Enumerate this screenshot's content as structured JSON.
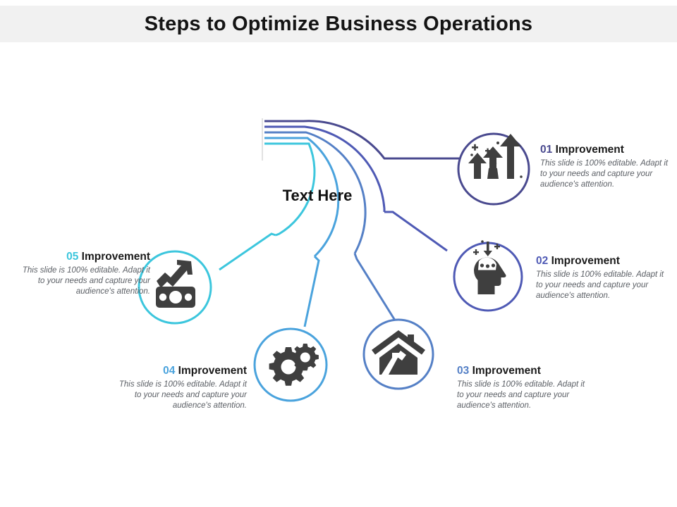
{
  "slide": {
    "title": "Steps to Optimize Business Operations",
    "center_label": "Text Here",
    "background": "#ffffff",
    "title_band_color": "#f1f1f1"
  },
  "palette": {
    "step1": "#4a4a8f",
    "step2": "#4f5ab5",
    "step3": "#5580c6",
    "step4": "#4aa3dd",
    "step5": "#3cc6dd",
    "icon": "#3f3f3f",
    "body_text": "#5c6066",
    "heading_text": "#1a1a1a"
  },
  "steps": [
    {
      "number": "01",
      "title": "Improvement",
      "body": "This slide is 100% editable. Adapt it to your needs and capture your audience's attention.",
      "icon": "growth-arrows-people-icon",
      "color": "#4a4a8f",
      "align": "left"
    },
    {
      "number": "02",
      "title": "Improvement",
      "body": "This slide is 100% editable. Adapt it to your needs and capture your audience's attention.",
      "icon": "head-thinking-icon",
      "color": "#4f5ab5",
      "align": "left"
    },
    {
      "number": "03",
      "title": "Improvement",
      "body": "This slide is 100% editable. Adapt it to your needs and capture your audience's attention.",
      "icon": "house-hammer-icon",
      "color": "#5580c6",
      "align": "left"
    },
    {
      "number": "04",
      "title": "Improvement",
      "body": "This slide is 100% editable. Adapt it to your needs and capture your audience's attention.",
      "icon": "gears-icon",
      "color": "#4aa3dd",
      "align": "right"
    },
    {
      "number": "05",
      "title": "Improvement",
      "body": "This slide is 100% editable. Adapt it to your needs and capture your audience's attention.",
      "icon": "money-growth-chart-icon",
      "color": "#3cc6dd",
      "align": "right"
    }
  ]
}
